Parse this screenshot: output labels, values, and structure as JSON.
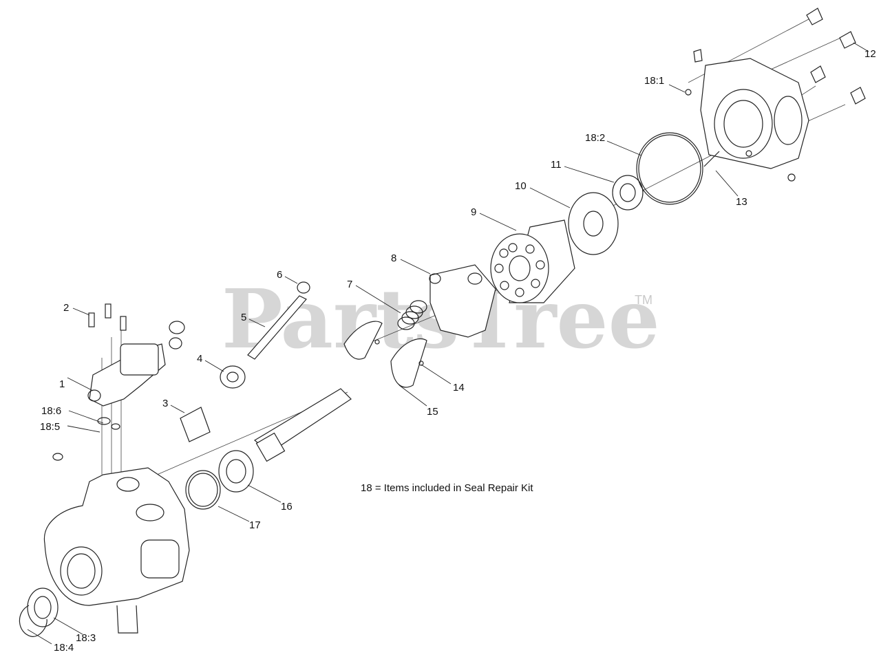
{
  "watermark": {
    "text": "PartsTree",
    "trademark": "TM"
  },
  "note": "18 = Items included in Seal Repair Kit",
  "callouts": [
    {
      "id": "c1",
      "label": "1"
    },
    {
      "id": "c2",
      "label": "2"
    },
    {
      "id": "c3",
      "label": "3"
    },
    {
      "id": "c4",
      "label": "4"
    },
    {
      "id": "c5",
      "label": "5"
    },
    {
      "id": "c6",
      "label": "6"
    },
    {
      "id": "c7",
      "label": "7"
    },
    {
      "id": "c8",
      "label": "8"
    },
    {
      "id": "c9",
      "label": "9"
    },
    {
      "id": "c10",
      "label": "10"
    },
    {
      "id": "c11",
      "label": "11"
    },
    {
      "id": "c12",
      "label": "12"
    },
    {
      "id": "c13",
      "label": "13"
    },
    {
      "id": "c14",
      "label": "14"
    },
    {
      "id": "c15",
      "label": "15"
    },
    {
      "id": "c16",
      "label": "16"
    },
    {
      "id": "c17",
      "label": "17"
    },
    {
      "id": "c18_1",
      "label": "18:1"
    },
    {
      "id": "c18_2",
      "label": "18:2"
    },
    {
      "id": "c18_3",
      "label": "18:3"
    },
    {
      "id": "c18_4",
      "label": "18:4"
    },
    {
      "id": "c18_5",
      "label": "18:5"
    },
    {
      "id": "c18_6",
      "label": "18:6"
    }
  ]
}
